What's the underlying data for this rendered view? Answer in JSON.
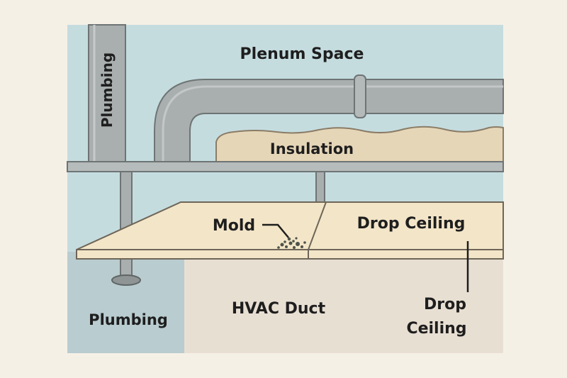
{
  "labels": {
    "plenum_space": "Plenum Space",
    "plumbing_vertical": "Plumbing",
    "insulation": "Insulation",
    "mold": "Mold",
    "drop_ceiling_panel": "Drop Ceiling",
    "plumbing_bottom": "Plumbing",
    "hvac_duct": "HVAC Duct",
    "drop_ceiling_callout_line1": "Drop",
    "drop_ceiling_callout_line2": "Ceiling"
  },
  "colors": {
    "background": "#f5f0e6",
    "plenum_sky": "#c5dcdf",
    "pipe": "#a9aeae",
    "pipe_dark": "#6e7474",
    "insulation": "#e6d6b8",
    "ceiling_panel": "#f3e5c8",
    "lower_room": "#e8dfd3",
    "plumbing_zone": "#b9ccd0",
    "mold": "#4d5248",
    "text": "#1e1e1e"
  }
}
